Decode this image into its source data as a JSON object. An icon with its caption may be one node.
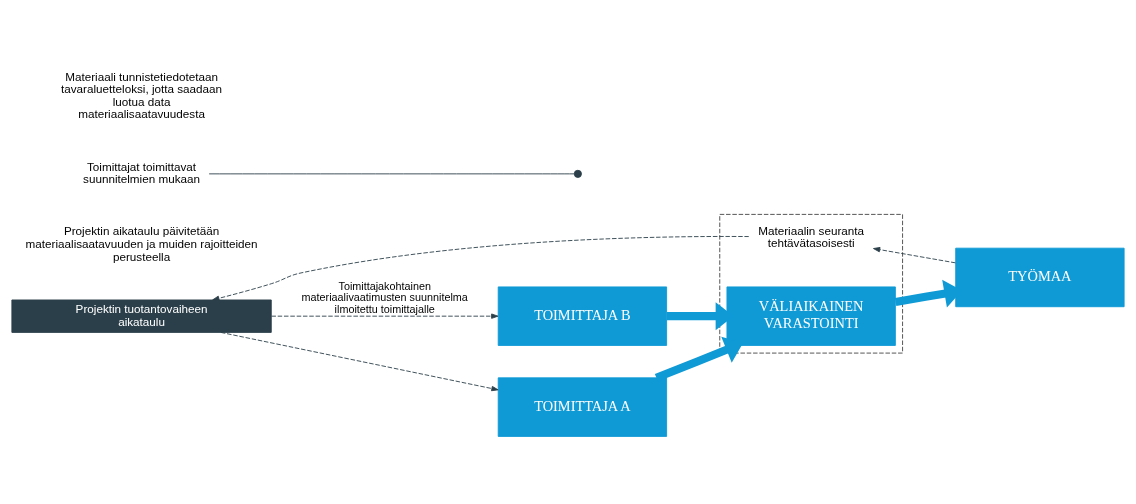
{
  "diagram": {
    "nodes": [
      {
        "text": [
          "TOIMITTAJA A"
        ]
      },
      {
        "text": [
          "TOIMITTAJA B"
        ]
      },
      {
        "text": [],
        "shape": "box"
      },
      {
        "text": [
          "Materiaalin seuranta tehtävätasoisesti"
        ],
        "in": 2
      },
      {
        "text": [
          "VÄLIAIKAINEN VARASTOINTI"
        ],
        "in": 2
      },
      {
        "text": [
          "TYÖMAA"
        ]
      },
      {
        "text": [
          "Projektin tuotantovaiheen aikataulu"
        ],
        "beside": [
          "Projektin aikataulu päivitetään materiaalisaatavuuden ja muiden rajoitteiden perusteella"
        ]
      },
      {
        "text": [
          "Toimittajat toimittavat suunnitelmien mukaan"
        ]
      }
    ],
    "edges": [
      {
        "from": 0,
        "to": 4,
        "arrow": "to",
        "style": "thick",
        "color": "#0f9ad6"
      },
      {
        "from": 1,
        "to": 4,
        "arrow": "to",
        "style": "thick",
        "color": "#0f9ad6"
      },
      {
        "from": 4,
        "to": 5,
        "arrow": "to",
        "style": "thick",
        "color": "#0f9ad6"
      },
      {
        "from": 7,
        "to": null,
        "arrow": "other"
      },
      {
        "from": 5,
        "to": 3,
        "arrow": "to",
        "style": "dashed"
      },
      {
        "from": 3,
        "to": 6,
        "arrow": "to",
        "style": "dashed"
      },
      {
        "from": 6,
        "to": 1,
        "arrow": "to",
        "style": "dashed",
        "label": "Toimittajakohtainen materiaalivaatimusten suunnitelma ilmoitettu toimittajalle"
      },
      {
        "from": 6,
        "to": 0,
        "arrow": "to",
        "style": "dashed"
      }
    ],
    "labels": [
      "Materiaali tunnistetiedotetaan tavaraluetteloksi, jotta saadaan luotua data materiaalisaatavuudesta"
    ]
  }
}
